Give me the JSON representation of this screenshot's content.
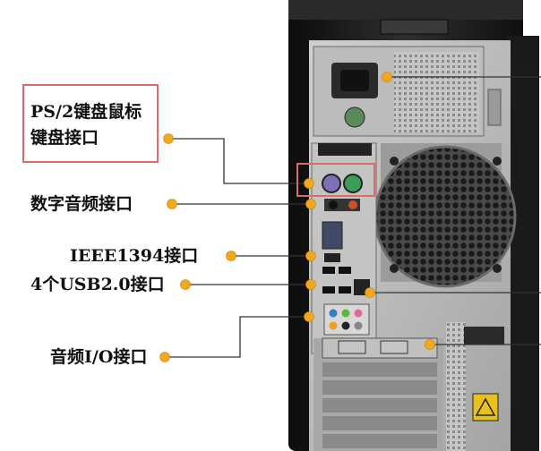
{
  "labels": {
    "ps2_line1": "PS/2键盘鼠标",
    "ps2_line2": "键盘接口",
    "digital_audio": "数字音频接口",
    "ieee1394": "IEEE1394接口",
    "usb": "4个USB2.0接口",
    "audio_io": "音频I/O接口"
  },
  "colors": {
    "callout_dot": "#f2a81d",
    "highlight_box": "#e06a6a",
    "tower_body": "#1c1c1c",
    "panel_metal": "#b8b8b6"
  }
}
